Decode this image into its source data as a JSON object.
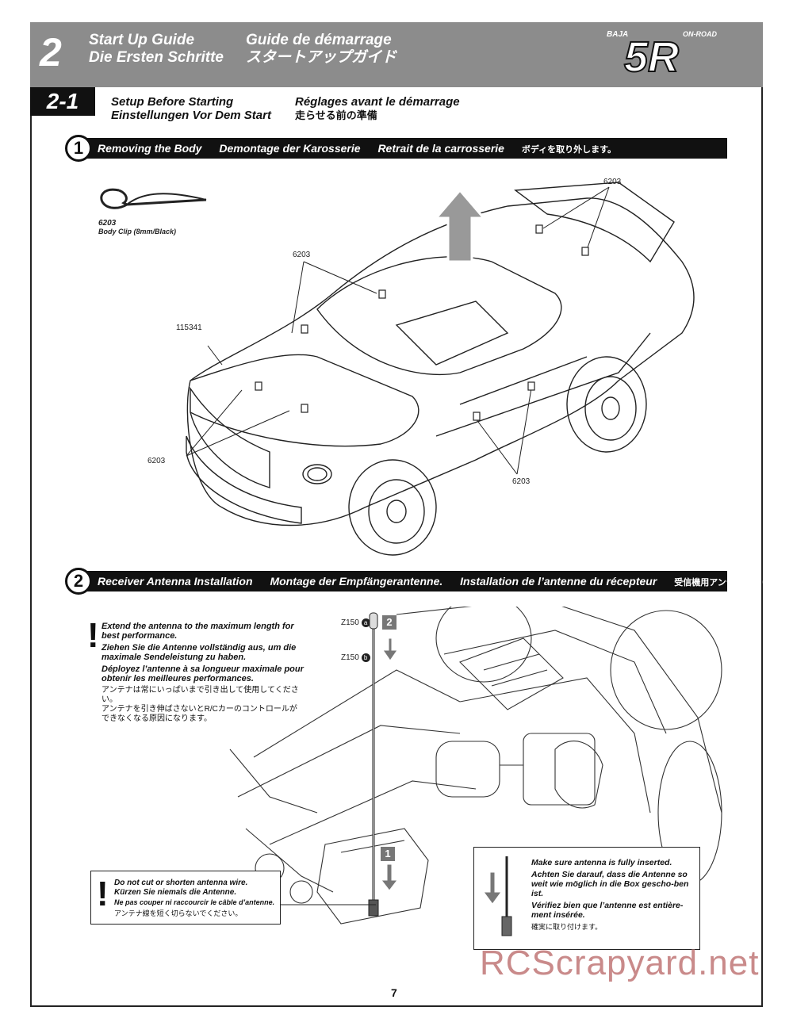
{
  "header": {
    "chapter_number": "2",
    "title_en": "Start Up Guide",
    "title_de": "Die Ersten Schritte",
    "title_fr": "Guide de démarrage",
    "title_jp": "スタートアップガイド",
    "logo_top_left": "BAJA",
    "logo_top_right": "ON-ROAD",
    "logo_main": "5R"
  },
  "section": {
    "badge": "2-1",
    "title_en": "Setup Before Starting",
    "title_de": "Einstellungen Vor Dem Start",
    "title_fr": "Réglages avant le démarrage",
    "title_jp": "走らせる前の準備"
  },
  "step1": {
    "number": "1",
    "titles": [
      "Removing the Body",
      "Demontage der Karosserie",
      "Retrait de la carrosserie",
      "ボディを取り外します。"
    ],
    "part_number": "6203",
    "part_name": "Body Clip (8mm/Black)",
    "callouts": {
      "top_right": "6203",
      "upper_middle": "6203",
      "body": "115341",
      "lower_left": "6203",
      "lower_right": "6203"
    }
  },
  "step2": {
    "number": "2",
    "titles": [
      "Receiver Antenna Installation",
      "Montage der Empfängerantenne.",
      "Installation de l’antenne du récepteur",
      "受信機用アンテナを取り付けます。"
    ],
    "warning_mark": "!",
    "notes_main": [
      "Extend the antenna to the maximum length for best performance.",
      "Ziehen Sie die Antenne vollständig aus, um die maximale Sendeleistung zu haben.",
      "Déployez l’antenne à sa longueur maximale pour obtenir les meilleures performances."
    ],
    "notes_main_jp": [
      "アンテナは常にいっぱいまで引き出して使用してください。",
      "アンテナを引き伸ばさないとR/Cカーのコントロールが",
      "できなくなる原因になります。"
    ],
    "part_a": "Z150",
    "part_a_mark": "a",
    "part_b": "Z150",
    "part_b_mark": "b",
    "step_tag_2": "2",
    "step_tag_1": "1",
    "notes_cut": [
      "Do not cut or shorten antenna wire.",
      "Kürzen Sie niemals die Antenne.",
      "Ne pas couper ni raccourcir le câble d’antenne."
    ],
    "notes_cut_jp": "アンテナ線を短く切らないでください。",
    "notes_insert": [
      "Make sure antenna is fully inserted.",
      "Achten Sie darauf, dass die Antenne so weit wie möglich in die Box gescho-ben ist.",
      "Vérifiez bien que l’antenne est entière-ment insérée."
    ],
    "notes_insert_jp": "確実に取り付けます。"
  },
  "footer": {
    "page_number": "7",
    "watermark": "RCScrapyard.net"
  }
}
